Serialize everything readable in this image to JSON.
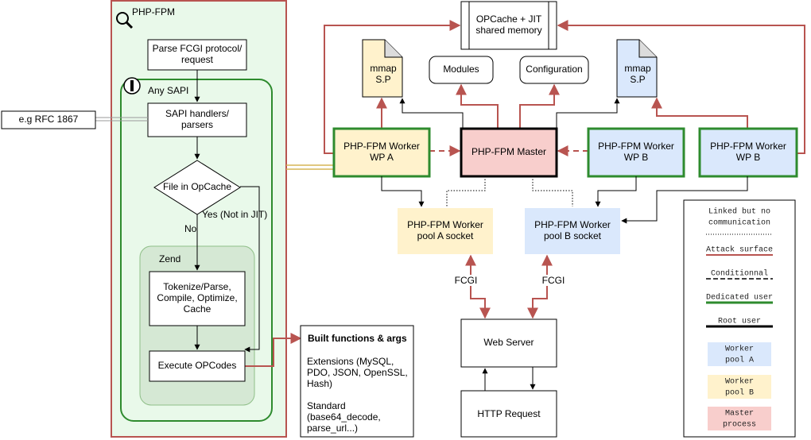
{
  "fpm_panel": {
    "title": "PHP-FPM"
  },
  "sapi_group": {
    "title": "Any SAPI"
  },
  "zend_group": {
    "title": "Zend"
  },
  "nodes": {
    "parse_fcgi": [
      "Parse FCGI protocol/",
      "request"
    ],
    "sapi_handlers": [
      "SAPI handlers/",
      "parsers"
    ],
    "file_in_opcache": [
      "File in OpCache"
    ],
    "tokenize": [
      "Tokenize/Parse,",
      "Compile, Optimize,",
      "Cache"
    ],
    "execute_opcodes": [
      "Execute OPCodes"
    ],
    "rfc_note": [
      "e.g RFC 1867"
    ],
    "built_functions": {
      "title": "Built functions & args",
      "lines": [
        "Extensions (MySQL,",
        "PDO, JSON, OpenSSL,",
        "Hash)",
        "",
        "Standard",
        "(base64_decode,",
        "parse_url...)"
      ]
    },
    "opcache_jit": [
      "OPCache + JIT",
      "shared memory"
    ],
    "mmap_a": [
      "mmap",
      "S.P"
    ],
    "mmap_b": [
      "mmap",
      "S.P"
    ],
    "modules": [
      "Modules"
    ],
    "configuration": [
      "Configuration"
    ],
    "worker_wpa": [
      "PHP-FPM Worker",
      "WP A"
    ],
    "master": [
      "PHP-FPM Master"
    ],
    "worker_wpb_1": [
      "PHP-FPM Worker",
      "WP B"
    ],
    "worker_wpb_2": [
      "PHP-FPM Worker",
      "WP B"
    ],
    "pool_a_socket": [
      "PHP-FPM Worker",
      "pool A socket"
    ],
    "pool_b_socket": [
      "PHP-FPM Worker",
      "pool B socket"
    ],
    "web_server": [
      "Web Server"
    ],
    "http_request": [
      "HTTP Request"
    ]
  },
  "edge_labels": {
    "yes_not_in_jit": "Yes (Not in JIT)",
    "no": "No",
    "fcgi_a": "FCGI",
    "fcgi_b": "FCGI"
  },
  "legend": {
    "items": [
      {
        "label": [
          "Linked but no",
          "communication"
        ],
        "line": "dotted"
      },
      {
        "label": [
          "Attack surface"
        ],
        "line": "red"
      },
      {
        "label": [
          "Conditionnal"
        ],
        "line": "dashed"
      },
      {
        "label": [
          "Dedicated user"
        ],
        "line": "green"
      },
      {
        "label": [
          "Root user"
        ],
        "line": "black"
      }
    ],
    "swatches": [
      {
        "label": [
          "Worker",
          "pool A"
        ],
        "color": "#dae8fc"
      },
      {
        "label": [
          "Worker",
          "pool B"
        ],
        "color": "#fff2cc"
      },
      {
        "label": [
          "Master",
          "process"
        ],
        "color": "#f8cecc"
      }
    ]
  },
  "colors": {
    "attack": "#b85450",
    "dedicated": "#2e8b2e",
    "pool_a": "#fff2cc",
    "pool_b": "#dae8fc",
    "master": "#f8cecc",
    "fpm_panel_fill": "#e9f9ea",
    "zend_fill": "#d5e8d4"
  }
}
